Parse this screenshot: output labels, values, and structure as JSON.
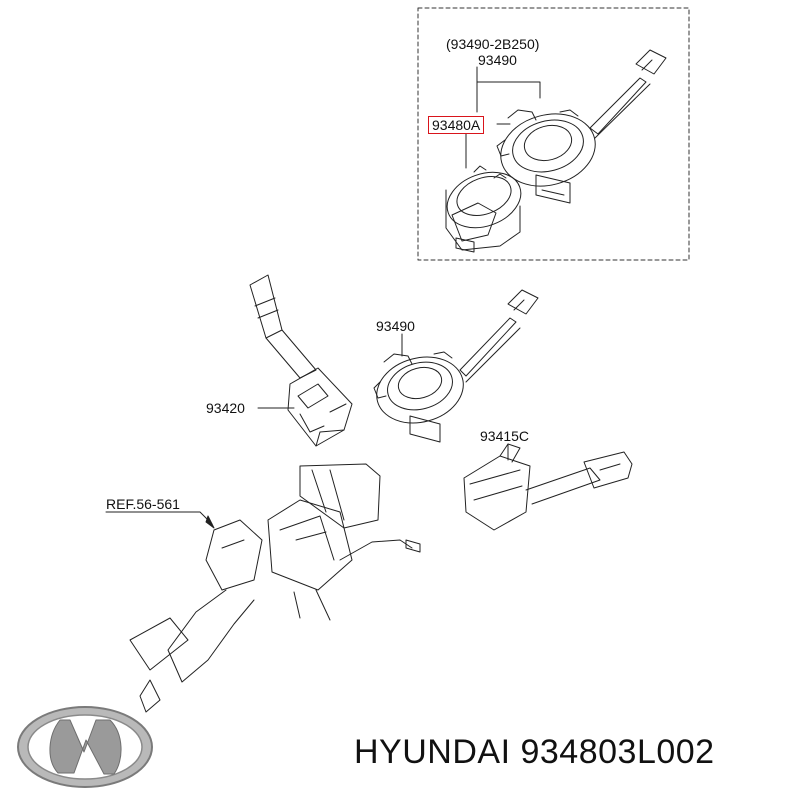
{
  "inset": {
    "label_top": "(93490-2B250)",
    "label_mid": "93490",
    "label_highlight": "93480A"
  },
  "parts": {
    "clock_spring": "93490",
    "wiper_switch": "93420",
    "light_switch": "93415C",
    "column_ref": "REF.56-561"
  },
  "caption": {
    "brand": "HYUNDAI",
    "part_number": "934803L002"
  },
  "colors": {
    "highlight": "#d9141b",
    "line": "#222222",
    "logo": "#9a9a9a"
  },
  "icons": [
    "hyundai-logo-icon"
  ]
}
